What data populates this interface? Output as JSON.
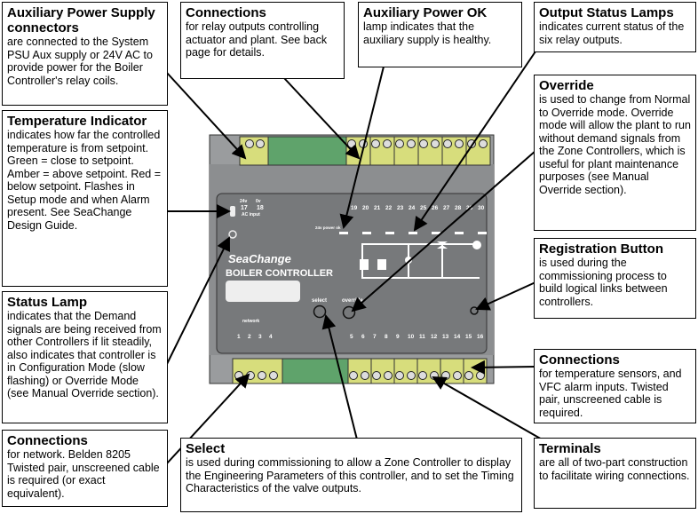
{
  "callouts": [
    {
      "title": "Auxiliary Power Supply connectors",
      "body": "are connected to the System PSU Aux supply or 24V AC to provide power for the Boiler Controller's relay coils."
    },
    {
      "title": "Connections",
      "body": "for relay outputs controlling actuator and plant.  See back page for details."
    },
    {
      "title": "Auxiliary Power OK",
      "body": "lamp indicates that the auxiliary supply is healthy."
    },
    {
      "title": "Output Status Lamps",
      "body": "indicates current status of the six relay outputs."
    },
    {
      "title": "Override",
      "body": "is used to change from Normal to Override mode. Override mode will allow the plant to run without demand signals from the Zone Controllers, which is useful for plant maintenance purposes (see Manual Override section)."
    },
    {
      "title": "Temperature Indicator",
      "body": "indicates how far the controlled temperature is from setpoint. Green = close to setpoint. Amber = above setpoint. Red = below setpoint. Flashes in Setup mode and when Alarm present. See SeaChange Design Guide."
    },
    {
      "title": "Registration Button",
      "body": "is used during the commissioning process to build logical links between controllers."
    },
    {
      "title": "Status Lamp",
      "body": "indicates that the Demand signals are being received from other Controllers if lit steadily, also indicates that controller is in Configuration Mode (slow flashing) or Override Mode (see Manual Override section)."
    },
    {
      "title": "Connections",
      "body": "for temperature sensors, and VFC alarm inputs. Twisted pair, unscreened cable is required."
    },
    {
      "title": "Connections",
      "body": "for network. Belden 8205 Twisted pair, unscreened cable is required (or exact equivalent)."
    },
    {
      "title": "Select",
      "body": "is used during commissioning to allow a Zone Controller to display the Engineering Parameters of this controller, and to set the Timing Characteristics of the valve outputs."
    },
    {
      "title": "Terminals",
      "body": "are all of two-part construction to facilitate wiring connections."
    }
  ],
  "device": {
    "brand": "SeaChange",
    "model": "BOILER CONTROLLER",
    "select_label": "select",
    "override_label": "override",
    "network_label": "network",
    "power_ok_label": "24v power ok",
    "ac_input_label": "AC input",
    "ac_terminals": [
      "24v",
      "0v"
    ],
    "ac_numbers": [
      "17",
      "18"
    ],
    "top_numbers": [
      "19",
      "20",
      "21",
      "22",
      "23",
      "24",
      "25",
      "26",
      "27",
      "28",
      "29",
      "30"
    ],
    "bottom_numbers": [
      "1",
      "2",
      "3",
      "4",
      "5",
      "6",
      "7",
      "8",
      "9",
      "10",
      "11",
      "12",
      "13",
      "14",
      "15",
      "16"
    ],
    "colors": {
      "body": "#8c8e90",
      "panel": "#77797b",
      "terminal_green": "#5fa36b",
      "terminal_yellow": "#d7dd7c"
    }
  }
}
